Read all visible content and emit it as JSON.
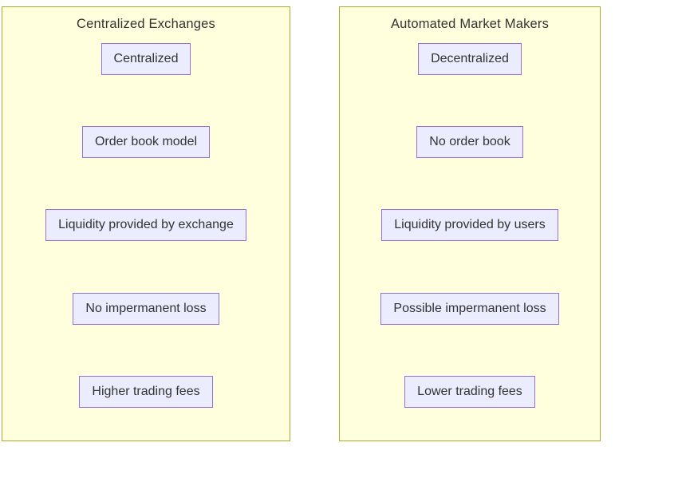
{
  "diagram": {
    "type": "comparison-flowchart",
    "panels": [
      {
        "title": "Centralized Exchanges",
        "nodes": [
          "Centralized",
          "Order book model",
          "Liquidity provided by exchange",
          "No impermanent loss",
          "Higher trading fees"
        ]
      },
      {
        "title": "Automated Market Makers",
        "nodes": [
          "Decentralized",
          "No order book",
          "Liquidity provided by users",
          "Possible impermanent loss",
          "Lower trading fees"
        ]
      }
    ],
    "colors": {
      "panel_fill": "#ffffde",
      "panel_border": "#aaaa33",
      "node_fill": "#ececff",
      "node_border": "#9370db",
      "text": "#333333"
    }
  }
}
